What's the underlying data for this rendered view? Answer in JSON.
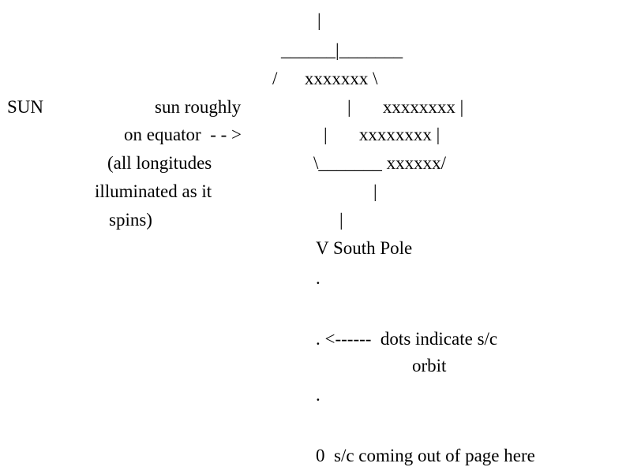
{
  "diagram": {
    "top_line": "|",
    "planet": {
      "top_edge": "______|_______",
      "row1": "/      xxxxxxx \\",
      "row2": "|       xxxxxxxx |",
      "row3": "|       xxxxxxxx |",
      "row4": "\\_______ xxxxxx/",
      "bottom_stub": "|"
    },
    "sun": {
      "label": "SUN",
      "desc_line1": "sun roughly",
      "desc_line2": "on equator  - - >",
      "desc_line3": "(all longitudes",
      "desc_line4": "illuminated as it",
      "desc_line5": "spins)"
    },
    "south_pole": {
      "stub": "|",
      "label": "V South Pole"
    },
    "orbit": {
      "dot1": ".",
      "dot2_with_arrow": ". <------  dots indicate s/c",
      "note_line2": "orbit",
      "dot3": "."
    },
    "spacecraft_label": "0  s/c coming out of page here"
  }
}
